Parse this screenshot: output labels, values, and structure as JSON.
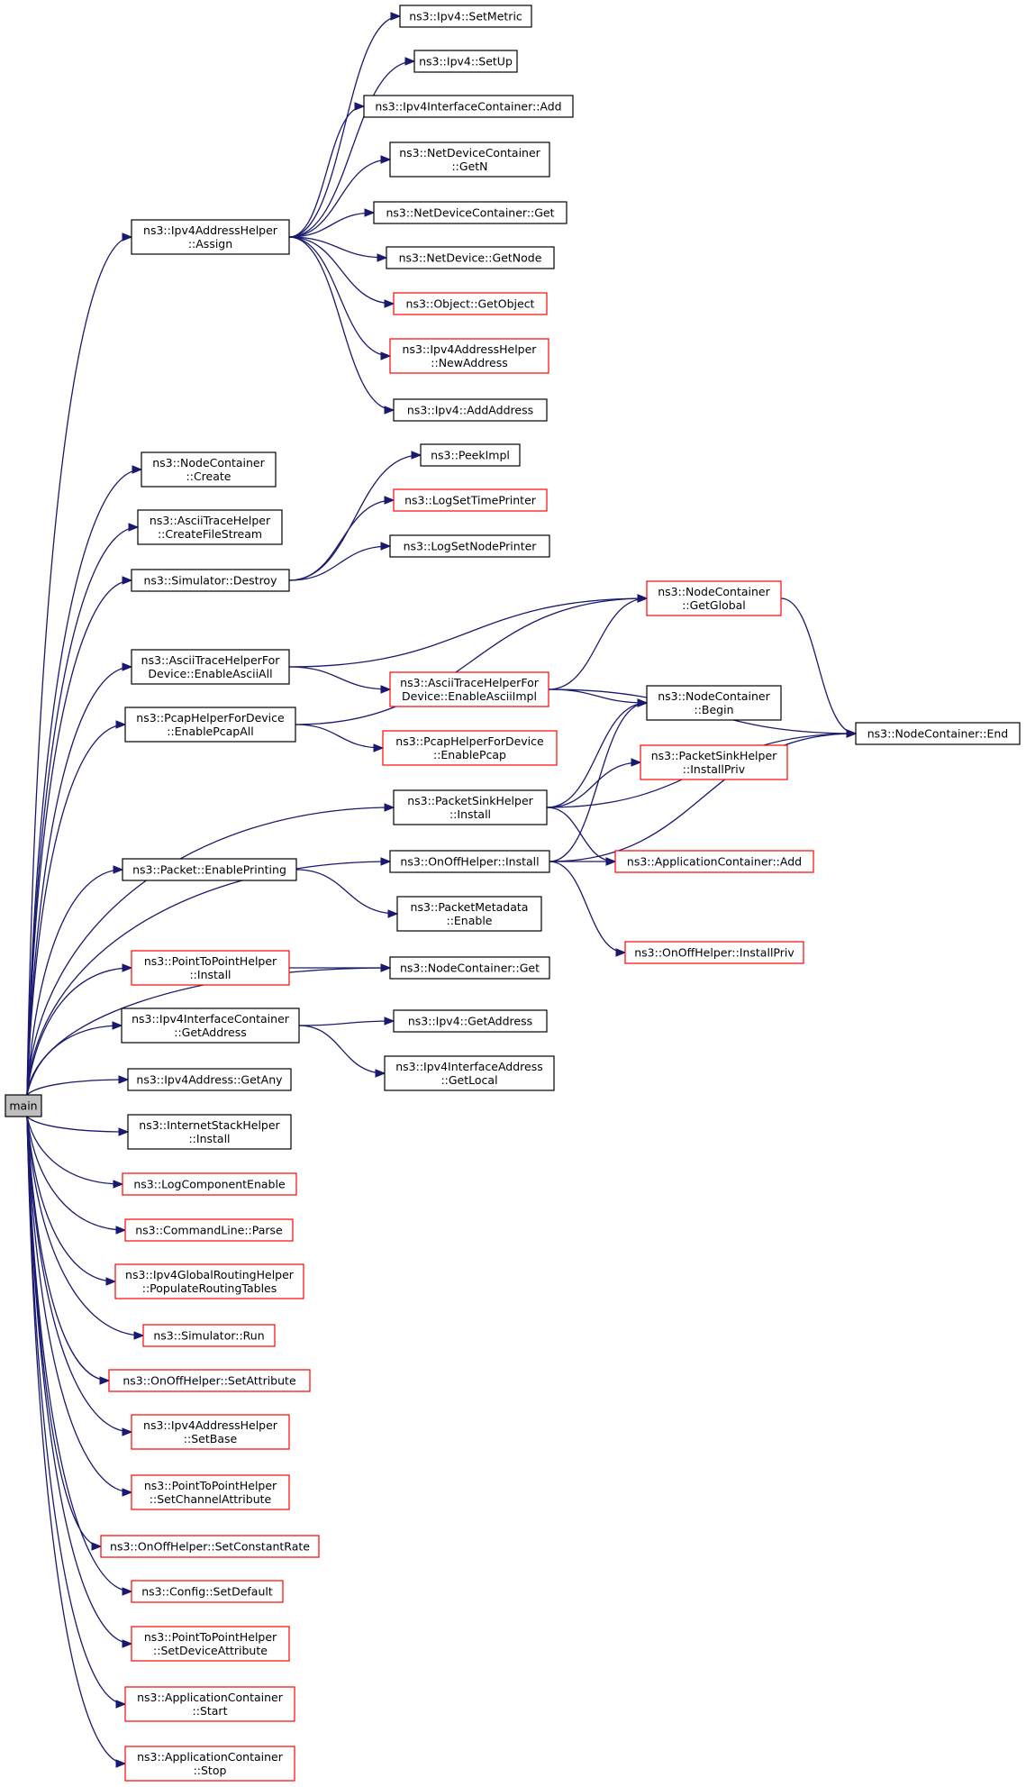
{
  "colors": {
    "edge": "#191970",
    "border_normal": "#000000",
    "border_truncated": "#ff0000",
    "root_fill": "#bfbfbf"
  },
  "nodes": [
    {
      "id": "main",
      "lines": [
        "main"
      ],
      "style": "root"
    },
    {
      "id": "assign",
      "lines": [
        "ns3::Ipv4AddressHelper",
        "::Assign"
      ],
      "style": "normal"
    },
    {
      "id": "setMetric",
      "lines": [
        "ns3::Ipv4::SetMetric"
      ],
      "style": "normal"
    },
    {
      "id": "setUp",
      "lines": [
        "ns3::Ipv4::SetUp"
      ],
      "style": "normal"
    },
    {
      "id": "iicAdd",
      "lines": [
        "ns3::Ipv4InterfaceContainer::Add"
      ],
      "style": "normal"
    },
    {
      "id": "ndcGetN",
      "lines": [
        "ns3::NetDeviceContainer",
        "::GetN"
      ],
      "style": "normal"
    },
    {
      "id": "ndcGet",
      "lines": [
        "ns3::NetDeviceContainer::Get"
      ],
      "style": "normal"
    },
    {
      "id": "ndGetNode",
      "lines": [
        "ns3::NetDevice::GetNode"
      ],
      "style": "normal"
    },
    {
      "id": "objGetObject",
      "lines": [
        "ns3::Object::GetObject"
      ],
      "style": "truncated"
    },
    {
      "id": "newAddress",
      "lines": [
        "ns3::Ipv4AddressHelper",
        "::NewAddress"
      ],
      "style": "truncated"
    },
    {
      "id": "addAddress",
      "lines": [
        "ns3::Ipv4::AddAddress"
      ],
      "style": "normal"
    },
    {
      "id": "ncCreate",
      "lines": [
        "ns3::NodeContainer",
        "::Create"
      ],
      "style": "normal"
    },
    {
      "id": "createFileStream",
      "lines": [
        "ns3::AsciiTraceHelper",
        "::CreateFileStream"
      ],
      "style": "normal"
    },
    {
      "id": "simDestroy",
      "lines": [
        "ns3::Simulator::Destroy"
      ],
      "style": "normal"
    },
    {
      "id": "peekImpl",
      "lines": [
        "ns3::PeekImpl"
      ],
      "style": "normal"
    },
    {
      "id": "logSetTimePrinter",
      "lines": [
        "ns3::LogSetTimePrinter"
      ],
      "style": "truncated"
    },
    {
      "id": "logSetNodePrinter",
      "lines": [
        "ns3::LogSetNodePrinter"
      ],
      "style": "normal"
    },
    {
      "id": "enableAsciiAll",
      "lines": [
        "ns3::AsciiTraceHelperFor",
        "Device::EnableAsciiAll"
      ],
      "style": "normal"
    },
    {
      "id": "ncGetGlobal",
      "lines": [
        "ns3::NodeContainer",
        "::GetGlobal"
      ],
      "style": "truncated"
    },
    {
      "id": "enableAsciiImpl",
      "lines": [
        "ns3::AsciiTraceHelperFor",
        "Device::EnableAsciiImpl"
      ],
      "style": "truncated"
    },
    {
      "id": "enablePcapAll",
      "lines": [
        "ns3::PcapHelperForDevice",
        "::EnablePcapAll"
      ],
      "style": "normal"
    },
    {
      "id": "ncBegin",
      "lines": [
        "ns3::NodeContainer",
        "::Begin"
      ],
      "style": "normal"
    },
    {
      "id": "ncEnd",
      "lines": [
        "ns3::NodeContainer::End"
      ],
      "style": "normal"
    },
    {
      "id": "enablePcap",
      "lines": [
        "ns3::PcapHelperForDevice",
        "::EnablePcap"
      ],
      "style": "truncated"
    },
    {
      "id": "psInstallPriv",
      "lines": [
        "ns3::PacketSinkHelper",
        "::InstallPriv"
      ],
      "style": "truncated"
    },
    {
      "id": "psInstall",
      "lines": [
        "ns3::PacketSinkHelper",
        "::Install"
      ],
      "style": "normal"
    },
    {
      "id": "ooInstall",
      "lines": [
        "ns3::OnOffHelper::Install"
      ],
      "style": "normal"
    },
    {
      "id": "acAdd",
      "lines": [
        "ns3::ApplicationContainer::Add"
      ],
      "style": "truncated"
    },
    {
      "id": "pktEnablePrinting",
      "lines": [
        "ns3::Packet::EnablePrinting"
      ],
      "style": "normal"
    },
    {
      "id": "pmEnable",
      "lines": [
        "ns3::PacketMetadata",
        "::Enable"
      ],
      "style": "normal"
    },
    {
      "id": "ooInstallPriv",
      "lines": [
        "ns3::OnOffHelper::InstallPriv"
      ],
      "style": "truncated"
    },
    {
      "id": "p2pInstall",
      "lines": [
        "ns3::PointToPointHelper",
        "::Install"
      ],
      "style": "truncated"
    },
    {
      "id": "ncGet",
      "lines": [
        "ns3::NodeContainer::Get"
      ],
      "style": "normal"
    },
    {
      "id": "iicGetAddress",
      "lines": [
        "ns3::Ipv4InterfaceContainer",
        "::GetAddress"
      ],
      "style": "normal"
    },
    {
      "id": "ipv4GetAddress",
      "lines": [
        "ns3::Ipv4::GetAddress"
      ],
      "style": "normal"
    },
    {
      "id": "iaGetLocal",
      "lines": [
        "ns3::Ipv4InterfaceAddress",
        "::GetLocal"
      ],
      "style": "normal"
    },
    {
      "id": "getAny",
      "lines": [
        "ns3::Ipv4Address::GetAny"
      ],
      "style": "normal"
    },
    {
      "id": "ishInstall",
      "lines": [
        "ns3::InternetStackHelper",
        "::Install"
      ],
      "style": "normal"
    },
    {
      "id": "logComponentEnable",
      "lines": [
        "ns3::LogComponentEnable"
      ],
      "style": "truncated"
    },
    {
      "id": "cmdParse",
      "lines": [
        "ns3::CommandLine::Parse"
      ],
      "style": "truncated"
    },
    {
      "id": "populateRouting",
      "lines": [
        "ns3::Ipv4GlobalRoutingHelper",
        "::PopulateRoutingTables"
      ],
      "style": "truncated"
    },
    {
      "id": "simRun",
      "lines": [
        "ns3::Simulator::Run"
      ],
      "style": "truncated"
    },
    {
      "id": "ooSetAttribute",
      "lines": [
        "ns3::OnOffHelper::SetAttribute"
      ],
      "style": "truncated"
    },
    {
      "id": "setBase",
      "lines": [
        "ns3::Ipv4AddressHelper",
        "::SetBase"
      ],
      "style": "truncated"
    },
    {
      "id": "setChannelAttr",
      "lines": [
        "ns3::PointToPointHelper",
        "::SetChannelAttribute"
      ],
      "style": "truncated"
    },
    {
      "id": "setConstantRate",
      "lines": [
        "ns3::OnOffHelper::SetConstantRate"
      ],
      "style": "truncated"
    },
    {
      "id": "configSetDefault",
      "lines": [
        "ns3::Config::SetDefault"
      ],
      "style": "truncated"
    },
    {
      "id": "setDeviceAttr",
      "lines": [
        "ns3::PointToPointHelper",
        "::SetDeviceAttribute"
      ],
      "style": "truncated"
    },
    {
      "id": "acStart",
      "lines": [
        "ns3::ApplicationContainer",
        "::Start"
      ],
      "style": "truncated"
    },
    {
      "id": "acStop",
      "lines": [
        "ns3::ApplicationContainer",
        "::Stop"
      ],
      "style": "truncated"
    }
  ],
  "edges": [
    {
      "from": "assign",
      "to": "setMetric"
    },
    {
      "from": "assign",
      "to": "setUp"
    },
    {
      "from": "assign",
      "to": "iicAdd"
    },
    {
      "from": "assign",
      "to": "ndcGetN"
    },
    {
      "from": "assign",
      "to": "ndcGet"
    },
    {
      "from": "assign",
      "to": "ndGetNode"
    },
    {
      "from": "assign",
      "to": "objGetObject"
    },
    {
      "from": "assign",
      "to": "newAddress"
    },
    {
      "from": "assign",
      "to": "addAddress"
    },
    {
      "from": "simDestroy",
      "to": "peekImpl"
    },
    {
      "from": "simDestroy",
      "to": "logSetTimePrinter"
    },
    {
      "from": "simDestroy",
      "to": "logSetNodePrinter"
    },
    {
      "from": "enableAsciiAll",
      "to": "ncGetGlobal"
    },
    {
      "from": "enableAsciiAll",
      "to": "enableAsciiImpl"
    },
    {
      "from": "enablePcapAll",
      "to": "ncGetGlobal"
    },
    {
      "from": "enablePcapAll",
      "to": "enablePcap"
    },
    {
      "from": "enableAsciiImpl",
      "to": "ncGetGlobal"
    },
    {
      "from": "enableAsciiImpl",
      "to": "ncBegin"
    },
    {
      "from": "enableAsciiImpl",
      "to": "ncEnd"
    },
    {
      "from": "ncGetGlobal",
      "to": "ncEnd"
    },
    {
      "from": "psInstall",
      "to": "ncBegin"
    },
    {
      "from": "psInstall",
      "to": "psInstallPriv"
    },
    {
      "from": "psInstall",
      "to": "ncEnd"
    },
    {
      "from": "psInstall",
      "to": "acAdd"
    },
    {
      "from": "ooInstall",
      "to": "ncBegin"
    },
    {
      "from": "ooInstall",
      "to": "acAdd"
    },
    {
      "from": "ooInstall",
      "to": "ncEnd"
    },
    {
      "from": "ooInstall",
      "to": "ooInstallPriv"
    },
    {
      "from": "pktEnablePrinting",
      "to": "pmEnable"
    },
    {
      "from": "p2pInstall",
      "to": "ncGet"
    },
    {
      "from": "iicGetAddress",
      "to": "ipv4GetAddress"
    },
    {
      "from": "iicGetAddress",
      "to": "iaGetLocal"
    },
    {
      "from": "main",
      "to": "assign"
    },
    {
      "from": "main",
      "to": "ncCreate"
    },
    {
      "from": "main",
      "to": "createFileStream"
    },
    {
      "from": "main",
      "to": "simDestroy"
    },
    {
      "from": "main",
      "to": "enableAsciiAll"
    },
    {
      "from": "main",
      "to": "enablePcapAll"
    },
    {
      "from": "main",
      "to": "psInstall"
    },
    {
      "from": "main",
      "to": "ooInstall"
    },
    {
      "from": "main",
      "to": "pktEnablePrinting"
    },
    {
      "from": "main",
      "to": "ncGet"
    },
    {
      "from": "main",
      "to": "p2pInstall"
    },
    {
      "from": "main",
      "to": "iicGetAddress"
    },
    {
      "from": "main",
      "to": "getAny"
    },
    {
      "from": "main",
      "to": "ishInstall"
    },
    {
      "from": "main",
      "to": "logComponentEnable"
    },
    {
      "from": "main",
      "to": "cmdParse"
    },
    {
      "from": "main",
      "to": "populateRouting"
    },
    {
      "from": "main",
      "to": "simRun"
    },
    {
      "from": "main",
      "to": "ooSetAttribute"
    },
    {
      "from": "main",
      "to": "setBase"
    },
    {
      "from": "main",
      "to": "setChannelAttr"
    },
    {
      "from": "main",
      "to": "setConstantRate"
    },
    {
      "from": "main",
      "to": "configSetDefault"
    },
    {
      "from": "main",
      "to": "setDeviceAttr"
    },
    {
      "from": "main",
      "to": "acStart"
    },
    {
      "from": "main",
      "to": "acStop"
    }
  ]
}
